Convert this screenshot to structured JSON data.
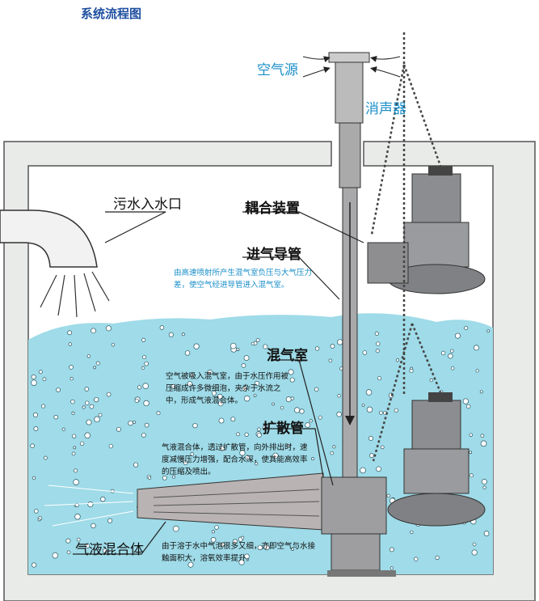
{
  "title": "系统流程图",
  "labels": {
    "air_source": "空气源",
    "silencer": "消声器",
    "inlet": "污水入水口",
    "coupling": "耦合装置",
    "intake_pipe": "进气导管",
    "mixing_chamber": "混气室",
    "diffuser": "扩散管",
    "gas_liquid": "气液混合体"
  },
  "notes": {
    "intake": "由高速喷射所产生混气室负压与大气压力差，使空气经进导管进入混气室。",
    "mixing": "空气被吸入混气室，由于水压作用被压缩成许多微细泡，夹杂于水流之中，形成气液混合体。",
    "diffuser": "气液混合体，透过扩散管，向外排出时，速度减慢压力增强，配合水深，使其能高效率的压缩及喷出。",
    "bubbles": "由于溶于水中气泡很多又细，亦即空气与水接触面积大，溶氧效率提升。"
  },
  "colors": {
    "water": "#9fdbe8",
    "title": "#1f4fa0",
    "accent": "#1a8fc9",
    "wall": "#e6e8e6"
  }
}
